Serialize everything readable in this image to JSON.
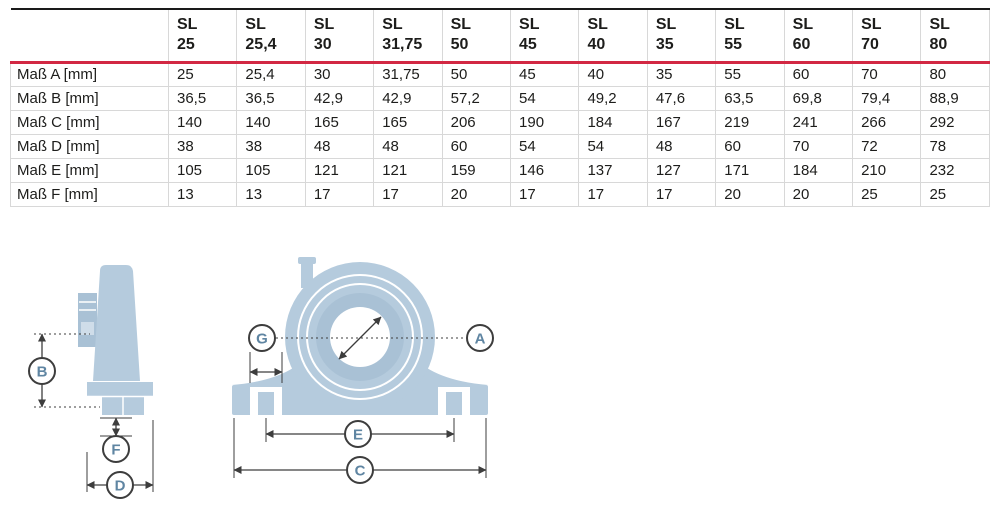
{
  "table": {
    "columns": [
      {
        "line1": "SL",
        "line2": "25"
      },
      {
        "line1": "SL",
        "line2": "25,4"
      },
      {
        "line1": "SL",
        "line2": "30"
      },
      {
        "line1": "SL",
        "line2": "31,75"
      },
      {
        "line1": "SL",
        "line2": "50"
      },
      {
        "line1": "SL",
        "line2": "45"
      },
      {
        "line1": "SL",
        "line2": "40"
      },
      {
        "line1": "SL",
        "line2": "35"
      },
      {
        "line1": "SL",
        "line2": "55"
      },
      {
        "line1": "SL",
        "line2": "60"
      },
      {
        "line1": "SL",
        "line2": "70"
      },
      {
        "line1": "SL",
        "line2": "80"
      }
    ],
    "rows": [
      {
        "label": "Maß A [mm]",
        "values": [
          "25",
          "25,4",
          "30",
          "31,75",
          "50",
          "45",
          "40",
          "35",
          "55",
          "60",
          "70",
          "80"
        ]
      },
      {
        "label": "Maß B [mm]",
        "values": [
          "36,5",
          "36,5",
          "42,9",
          "42,9",
          "57,2",
          "54",
          "49,2",
          "47,6",
          "63,5",
          "69,8",
          "79,4",
          "88,9"
        ]
      },
      {
        "label": "Maß C [mm]",
        "values": [
          "140",
          "140",
          "165",
          "165",
          "206",
          "190",
          "184",
          "167",
          "219",
          "241",
          "266",
          "292"
        ]
      },
      {
        "label": "Maß D [mm]",
        "values": [
          "38",
          "38",
          "48",
          "48",
          "60",
          "54",
          "54",
          "48",
          "60",
          "70",
          "72",
          "78"
        ]
      },
      {
        "label": "Maß E [mm]",
        "values": [
          "105",
          "105",
          "121",
          "121",
          "159",
          "146",
          "137",
          "127",
          "171",
          "184",
          "210",
          "232"
        ]
      },
      {
        "label": "Maß F [mm]",
        "values": [
          "13",
          "13",
          "17",
          "17",
          "20",
          "17",
          "17",
          "17",
          "20",
          "20",
          "25",
          "25"
        ]
      }
    ]
  },
  "diagram": {
    "labels": {
      "A": "A",
      "B": "B",
      "C": "C",
      "D": "D",
      "E": "E",
      "F": "F",
      "G": "G"
    }
  },
  "colors": {
    "accent-red": "#d22843",
    "drawing-blue": "#b5cbdd",
    "drawing-blue-dark": "#a9c1d5",
    "dimension-gray": "#3d3d3d",
    "label-blue": "#5f85a2",
    "grid-gray": "#d8d8d8"
  }
}
